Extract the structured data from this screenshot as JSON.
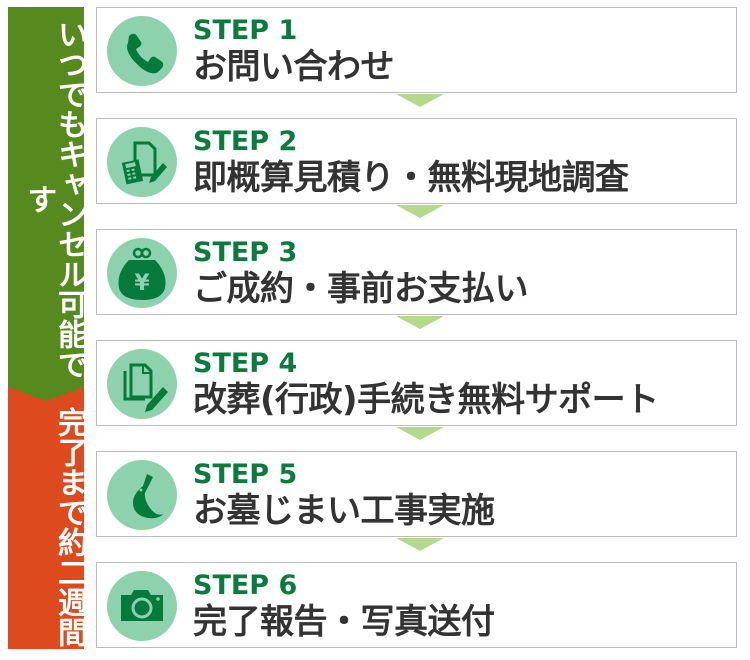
{
  "sidebar": {
    "top_text": "いつでもキャンセル可能です",
    "bottom_text": "完了まで約二週間",
    "top_color": "#568a1e",
    "bottom_color": "#dc4a1d"
  },
  "colors": {
    "step_label": "#0a7a3e",
    "title": "#333333",
    "icon_bg": "#8ed1ad",
    "icon_fg": "#047a3c",
    "arrow": "#b5d98a",
    "border": "#bdbdbd"
  },
  "steps": [
    {
      "label": "STEP 1",
      "title": "お問い合わせ",
      "icon": "phone-icon"
    },
    {
      "label": "STEP 2",
      "title": "即概算見積り・無料現地調査",
      "icon": "calculator-document-pen-icon"
    },
    {
      "label": "STEP 3",
      "title": "ご成約・事前お支払い",
      "icon": "yen-purse-icon"
    },
    {
      "label": "STEP 4",
      "title": "改葬(行政)手続き無料サポート",
      "icon": "documents-pencil-icon"
    },
    {
      "label": "STEP 5",
      "title": "お墓じまい工事実施",
      "icon": "excavator-bucket-icon"
    },
    {
      "label": "STEP 6",
      "title": "完了報告・写真送付",
      "icon": "camera-icon"
    }
  ]
}
